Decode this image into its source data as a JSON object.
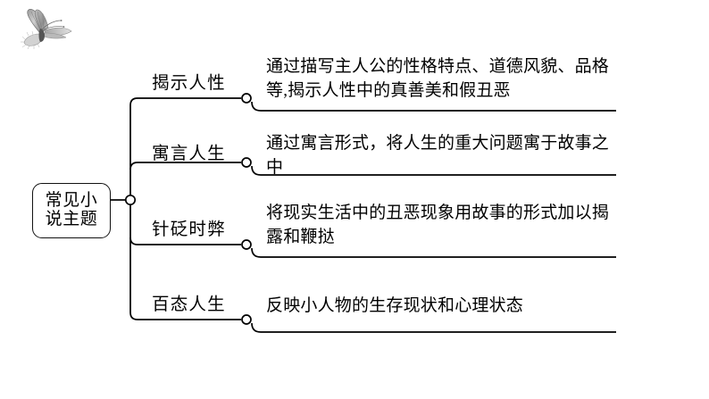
{
  "page": {
    "title": "常见小说主题",
    "background_color": "#ffffff",
    "ink_color": "#000000"
  },
  "decoration": {
    "butterfly_icon": "butterfly-icon"
  },
  "mindmap": {
    "root": {
      "lines": [
        "常见小",
        "说主题"
      ],
      "full_text": "常见小说主题"
    },
    "branches": [
      {
        "label": "揭示人性",
        "description": "通过描写主人公的性格特点、道德风貌、品格等,揭示人性中的真善美和假丑恶"
      },
      {
        "label": "寓言人生",
        "description": "通过寓言形式，将人生的重大问题寓于故事之中"
      },
      {
        "label": "针砭时弊",
        "description": "将现实生活中的丑恶现象用故事的形式加以揭露和鞭挞"
      },
      {
        "label": "百态人生",
        "description": "反映小人物的生存现状和心理状态"
      }
    ]
  }
}
